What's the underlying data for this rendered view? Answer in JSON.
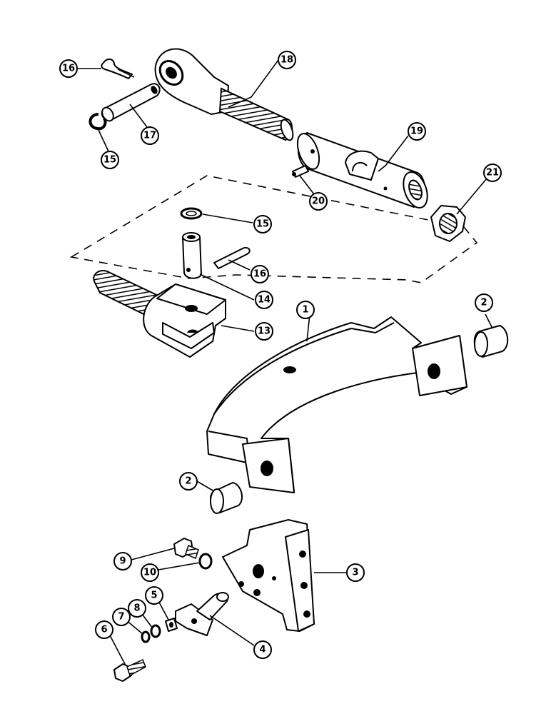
{
  "diagram": {
    "callouts": [
      {
        "id": "c16a",
        "label": "16"
      },
      {
        "id": "c18",
        "label": "18"
      },
      {
        "id": "c17",
        "label": "17"
      },
      {
        "id": "c15a",
        "label": "15"
      },
      {
        "id": "c19",
        "label": "19"
      },
      {
        "id": "c20",
        "label": "20"
      },
      {
        "id": "c21",
        "label": "21"
      },
      {
        "id": "c15b",
        "label": "15"
      },
      {
        "id": "c16b",
        "label": "16"
      },
      {
        "id": "c14",
        "label": "14"
      },
      {
        "id": "c13",
        "label": "13"
      },
      {
        "id": "c1",
        "label": "1"
      },
      {
        "id": "c2a",
        "label": "2"
      },
      {
        "id": "c2b",
        "label": "2"
      },
      {
        "id": "c9",
        "label": "9"
      },
      {
        "id": "c10",
        "label": "10"
      },
      {
        "id": "c3",
        "label": "3"
      },
      {
        "id": "c5",
        "label": "5"
      },
      {
        "id": "c8",
        "label": "8"
      },
      {
        "id": "c7",
        "label": "7"
      },
      {
        "id": "c6",
        "label": "6"
      },
      {
        "id": "c4",
        "label": "4"
      }
    ]
  }
}
